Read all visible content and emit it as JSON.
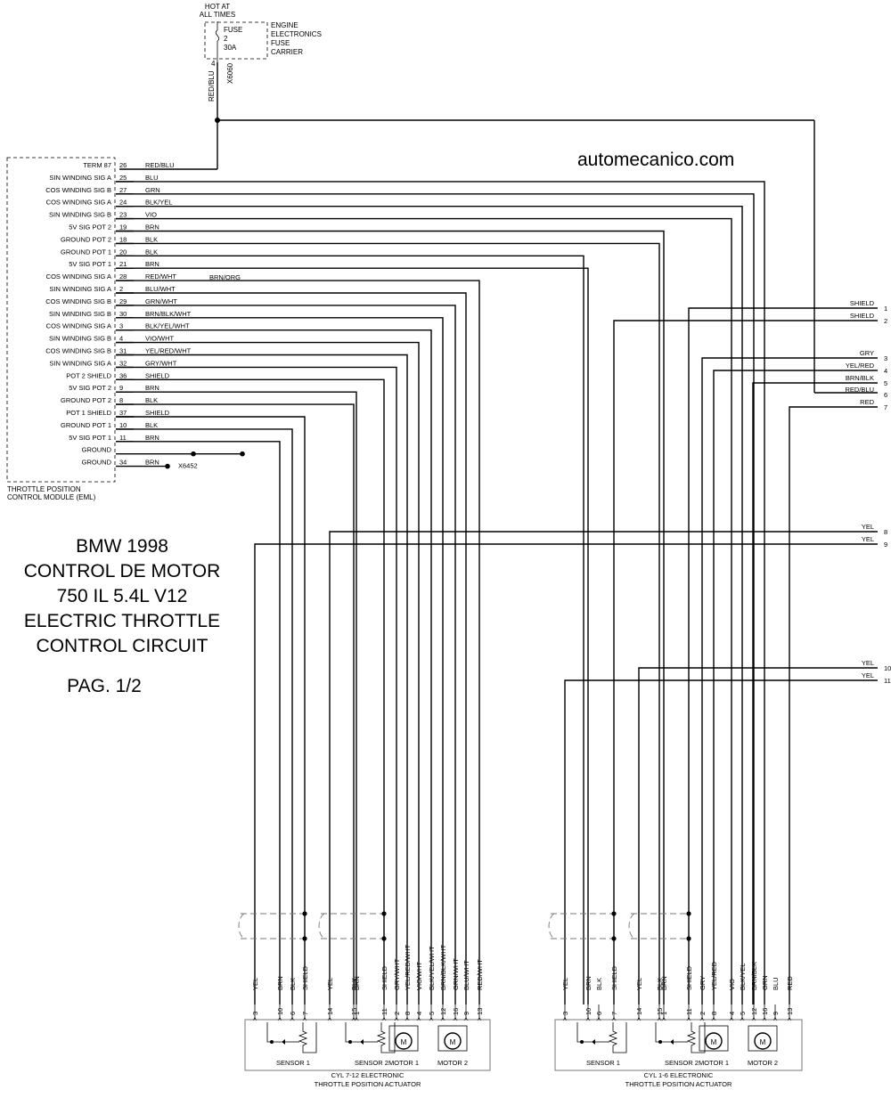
{
  "watermark": "automecanico.com",
  "title": {
    "lines": [
      "BMW 1998",
      "CONTROL DE MOTOR",
      "750 IL 5.4L V12",
      "ELECTRIC THROTTLE",
      "CONTROL CIRCUIT"
    ],
    "page": "PAG. 1/2"
  },
  "fuse_block": {
    "hot_line1": "HOT AT",
    "hot_line2": "ALL TIMES",
    "fuse_line1": "FUSE",
    "fuse_line2": "2",
    "fuse_line3": "30A",
    "carrier_lines": [
      "ENGINE",
      "ELECTRONICS",
      "FUSE",
      "CARRIER"
    ],
    "pin": "4",
    "connector": "X6060",
    "wire_color": "RED/BLU"
  },
  "module": {
    "name_line1": "THROTTLE POSITION",
    "name_line2": "CONTROL MODULE (EML)",
    "pins": [
      {
        "label": "TERM 87",
        "pin": "26",
        "color": "RED/BLU"
      },
      {
        "label": "SIN WINDING SIG A",
        "pin": "25",
        "color": "BLU"
      },
      {
        "label": "COS WINDING SIG B",
        "pin": "27",
        "color": "GRN"
      },
      {
        "label": "COS WINDING SIG A",
        "pin": "24",
        "color": "BLK/YEL"
      },
      {
        "label": "SIN WINDING SIG B",
        "pin": "23",
        "color": "VIO"
      },
      {
        "label": "5V SIG POT 2",
        "pin": "19",
        "color": "BRN"
      },
      {
        "label": "GROUND POT 2",
        "pin": "18",
        "color": "BLK"
      },
      {
        "label": "GROUND POT 1",
        "pin": "20",
        "color": "BLK"
      },
      {
        "label": "5V SIG POT 1",
        "pin": "21",
        "color": "BRN"
      },
      {
        "label": "COS WINDING SIG A",
        "pin": "28",
        "color": "RED/WHT"
      },
      {
        "label": "SIN WINDING SIG A",
        "pin": "2",
        "color": "BLU/WHT"
      },
      {
        "label": "COS WINDING SIG B",
        "pin": "29",
        "color": "GRN/WHT"
      },
      {
        "label": "SIN WINDING SIG B",
        "pin": "30",
        "color": "BRN/BLK/WHT"
      },
      {
        "label": "COS WINDING SIG A",
        "pin": "3",
        "color": "BLK/YEL/WHT"
      },
      {
        "label": "SIN WINDING SIG B",
        "pin": "4",
        "color": "VIO/WHT"
      },
      {
        "label": "COS WINDING SIG B",
        "pin": "31",
        "color": "YEL/RED/WHT"
      },
      {
        "label": "SIN WINDING SIG A",
        "pin": "32",
        "color": "GRY/WHT"
      },
      {
        "label": "POT 2 SHIELD",
        "pin": "36",
        "color": "SHIELD"
      },
      {
        "label": "5V SIG POT 2",
        "pin": "9",
        "color": "BRN"
      },
      {
        "label": "GROUND POT 2",
        "pin": "8",
        "color": "BLK"
      },
      {
        "label": "POT 1 SHIELD",
        "pin": "37",
        "color": "SHIELD"
      },
      {
        "label": "GROUND POT 1",
        "pin": "10",
        "color": "BLK"
      },
      {
        "label": "5V SIG POT 1",
        "pin": "11",
        "color": "BRN"
      },
      {
        "label": "GROUND",
        "pin": "",
        "color": ""
      },
      {
        "label": "GROUND",
        "pin": "34",
        "color": "BRN"
      }
    ],
    "overlap_label": "BRN/ORG",
    "ground_connector": "X6452"
  },
  "right_connector": {
    "pins": [
      {
        "pin": "1",
        "color": "SHIELD"
      },
      {
        "pin": "2",
        "color": "SHIELD"
      },
      {
        "pin": "3",
        "color": "GRY"
      },
      {
        "pin": "4",
        "color": "YEL/RED"
      },
      {
        "pin": "5",
        "color": "BRN/BLK"
      },
      {
        "pin": "6",
        "color": "RED/BLU"
      },
      {
        "pin": "7",
        "color": "RED"
      },
      {
        "pin": "8",
        "color": "YEL"
      },
      {
        "pin": "9",
        "color": "YEL"
      },
      {
        "pin": "10",
        "color": "YEL"
      },
      {
        "pin": "11",
        "color": "YEL"
      }
    ]
  },
  "actuators": [
    {
      "title_line1": "CYL 7-12 ELECTRONIC",
      "title_line2": "THROTTLE POSITION ACTUATOR",
      "wires": [
        {
          "color": "YEL",
          "pin": "3"
        },
        {
          "color": "BRN",
          "pin": "10"
        },
        {
          "color": "BLK",
          "pin": "6"
        },
        {
          "color": "SHIELD",
          "pin": "7"
        },
        {
          "color": "YEL",
          "pin": "14"
        },
        {
          "color": "BLK",
          "pin": "15"
        },
        {
          "color": "BRN",
          "pin": "1"
        },
        {
          "color": "SHIELD",
          "pin": "11"
        },
        {
          "color": "GRY/WHT",
          "pin": "2"
        },
        {
          "color": "YEL/RED/WHT",
          "pin": "8"
        },
        {
          "color": "VIO/WHT",
          "pin": "4"
        },
        {
          "color": "BLK/YEL/WHT",
          "pin": "5"
        },
        {
          "color": "BRN/BLK/WHT",
          "pin": "12"
        },
        {
          "color": "GRN/WHT",
          "pin": "16"
        },
        {
          "color": "BLU/WHT",
          "pin": "9"
        },
        {
          "color": "RED/WHT",
          "pin": "13"
        }
      ],
      "components": [
        "SENSOR 1",
        "SENSOR 2",
        "MOTOR 1",
        "MOTOR 2"
      ],
      "motor_symbol": "M"
    },
    {
      "title_line1": "CYL 1-6 ELECTRONIC",
      "title_line2": "THROTTLE POSITION ACTUATOR",
      "wires": [
        {
          "color": "YEL",
          "pin": "3"
        },
        {
          "color": "BRN",
          "pin": "10"
        },
        {
          "color": "BLK",
          "pin": "6"
        },
        {
          "color": "SHIELD",
          "pin": "7"
        },
        {
          "color": "YEL",
          "pin": "14"
        },
        {
          "color": "BLK",
          "pin": "15"
        },
        {
          "color": "BRN",
          "pin": "1"
        },
        {
          "color": "SHIELD",
          "pin": "11"
        },
        {
          "color": "GRY",
          "pin": "2"
        },
        {
          "color": "YEL/RED",
          "pin": "8"
        },
        {
          "color": "VIO",
          "pin": "4"
        },
        {
          "color": "BLK/YEL",
          "pin": "5"
        },
        {
          "color": "BRN/BLK",
          "pin": "12"
        },
        {
          "color": "GRN",
          "pin": "16"
        },
        {
          "color": "BLU",
          "pin": "9"
        },
        {
          "color": "RED",
          "pin": "13"
        }
      ],
      "components": [
        "SENSOR 1",
        "SENSOR 2",
        "MOTOR 1",
        "MOTOR 2"
      ],
      "motor_symbol": "M"
    }
  ]
}
